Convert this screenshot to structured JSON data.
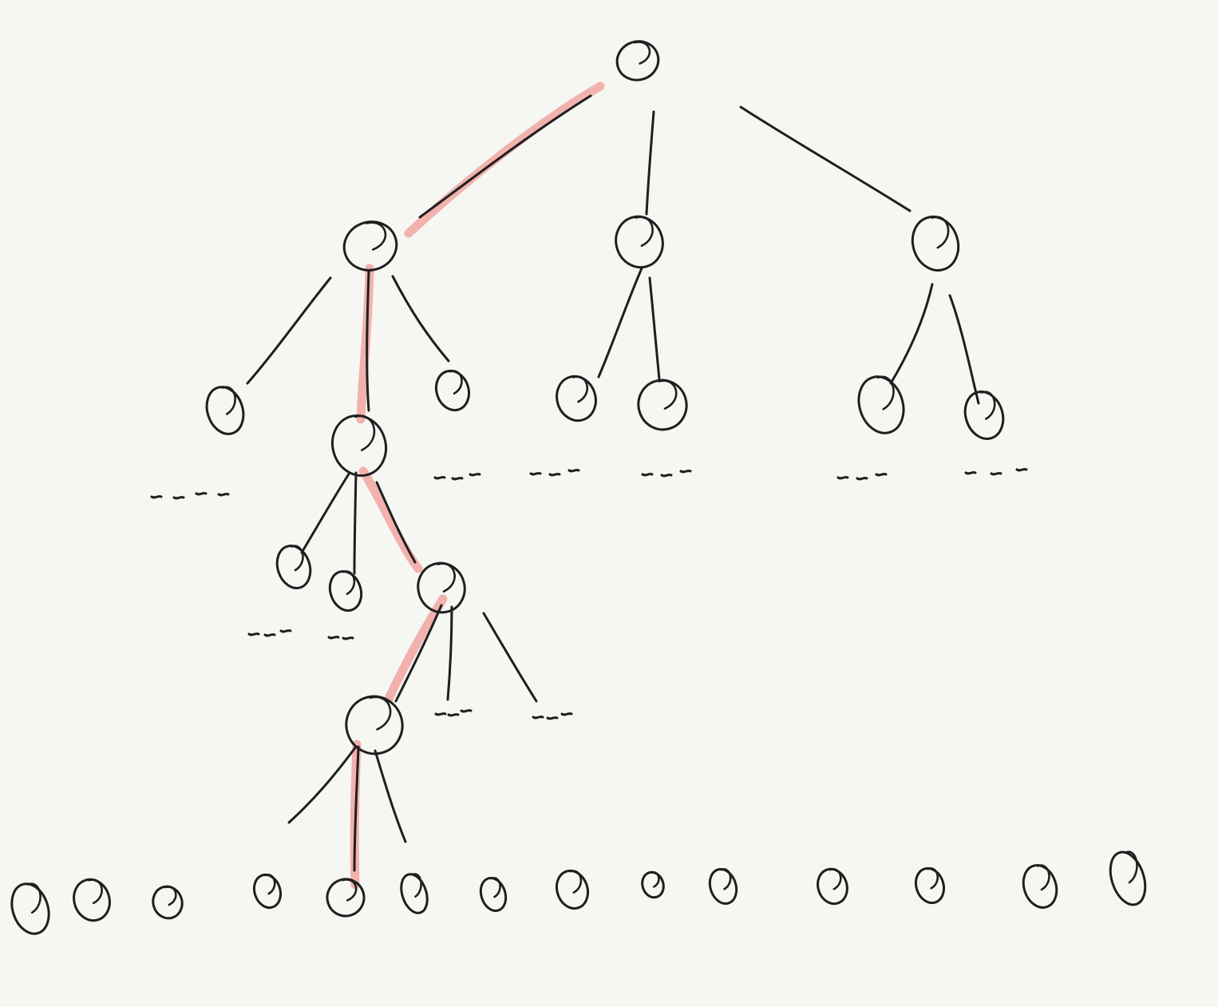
{
  "diagram": {
    "kind": "hand-drawn search tree",
    "ink_color": "#1f1f1f",
    "highlight_color": "#f0a6a0",
    "background_color": "#f6f6f3",
    "levels": 6,
    "highlighted_path": [
      "root",
      "n1",
      "n1b",
      "n1b3",
      "n1b3a",
      "leaf-5"
    ]
  }
}
